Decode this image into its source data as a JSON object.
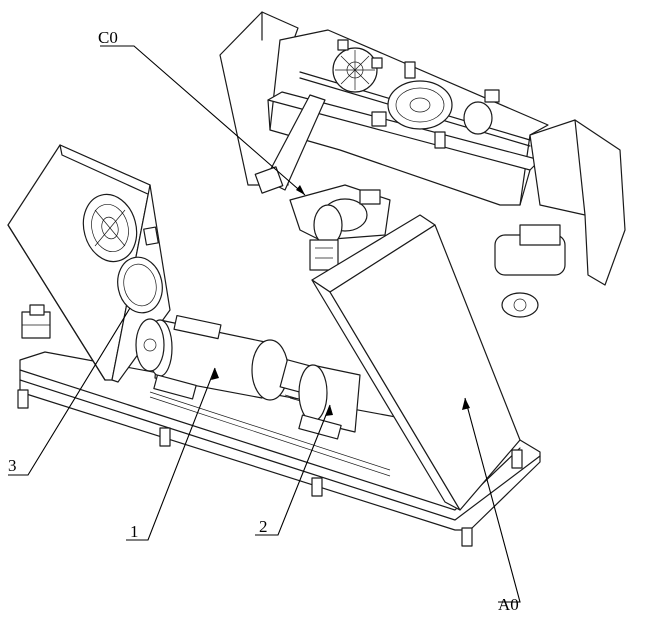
{
  "figure": {
    "labels": {
      "c0": "C0",
      "part3": "3",
      "part1": "1",
      "part2": "2",
      "a0": "A0"
    }
  }
}
